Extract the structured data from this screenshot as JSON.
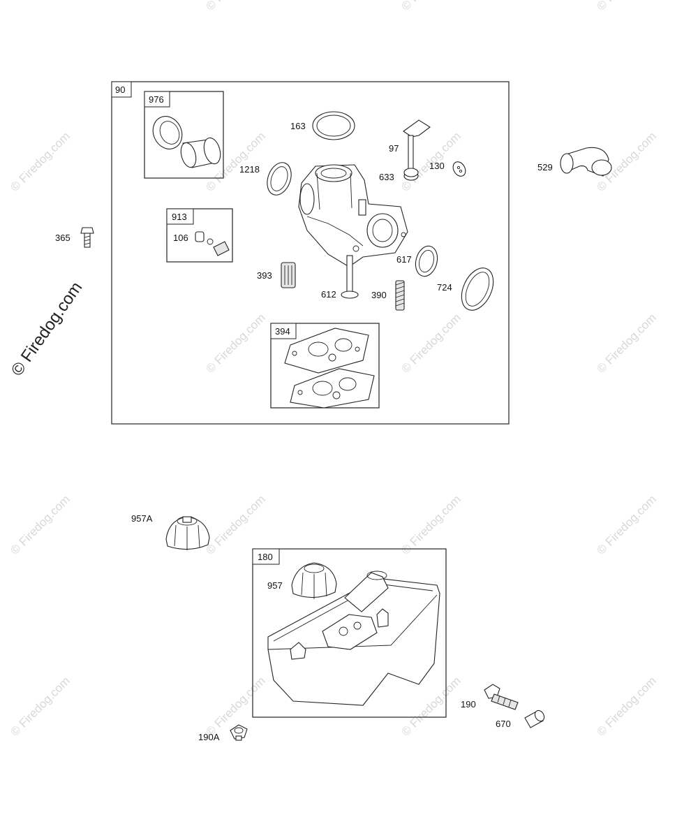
{
  "watermark": {
    "small": "© Firedog.com",
    "large": "© Firedog.com"
  },
  "groups": {
    "g90": "90",
    "g976": "976",
    "g913": "913",
    "g394": "394",
    "g180": "180"
  },
  "labels": {
    "p163": "163",
    "p97": "97",
    "p1218": "1218",
    "p633": "633",
    "p130": "130",
    "p529": "529",
    "p365": "365",
    "p106": "106",
    "p393": "393",
    "p617": "617",
    "p612": "612",
    "p390": "390",
    "p724": "724",
    "p957A": "957A",
    "p957": "957",
    "p190": "190",
    "p670": "670",
    "p190A": "190A"
  }
}
